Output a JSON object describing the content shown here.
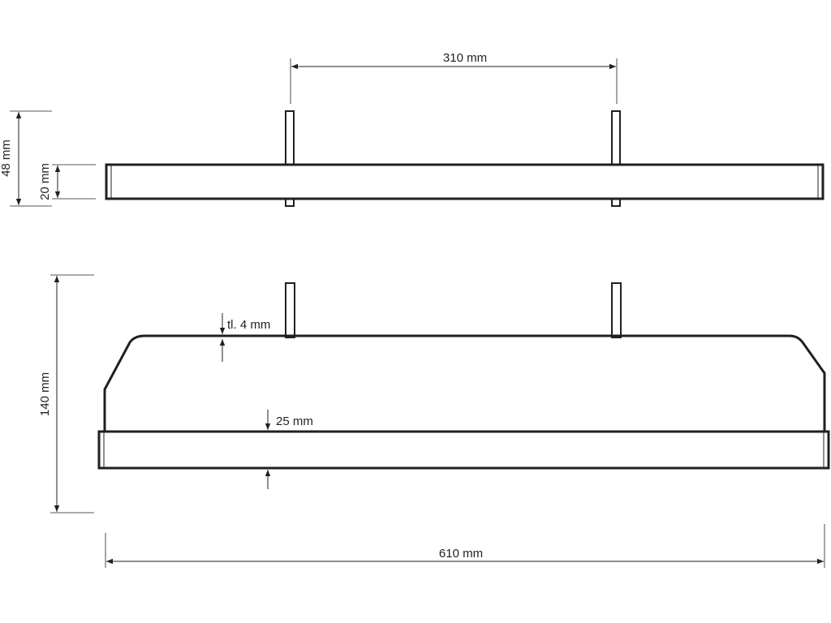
{
  "colors": {
    "line": "#231f20",
    "background": "#ffffff"
  },
  "dimensions": {
    "span_between_posts": "310 mm",
    "total_height_top_view": "48 mm",
    "bar_height_top_view": "20 mm",
    "material_thickness": "tl. 4 mm",
    "front_bar_height": "25 mm",
    "overall_depth": "140 mm",
    "overall_width": "610 mm"
  }
}
